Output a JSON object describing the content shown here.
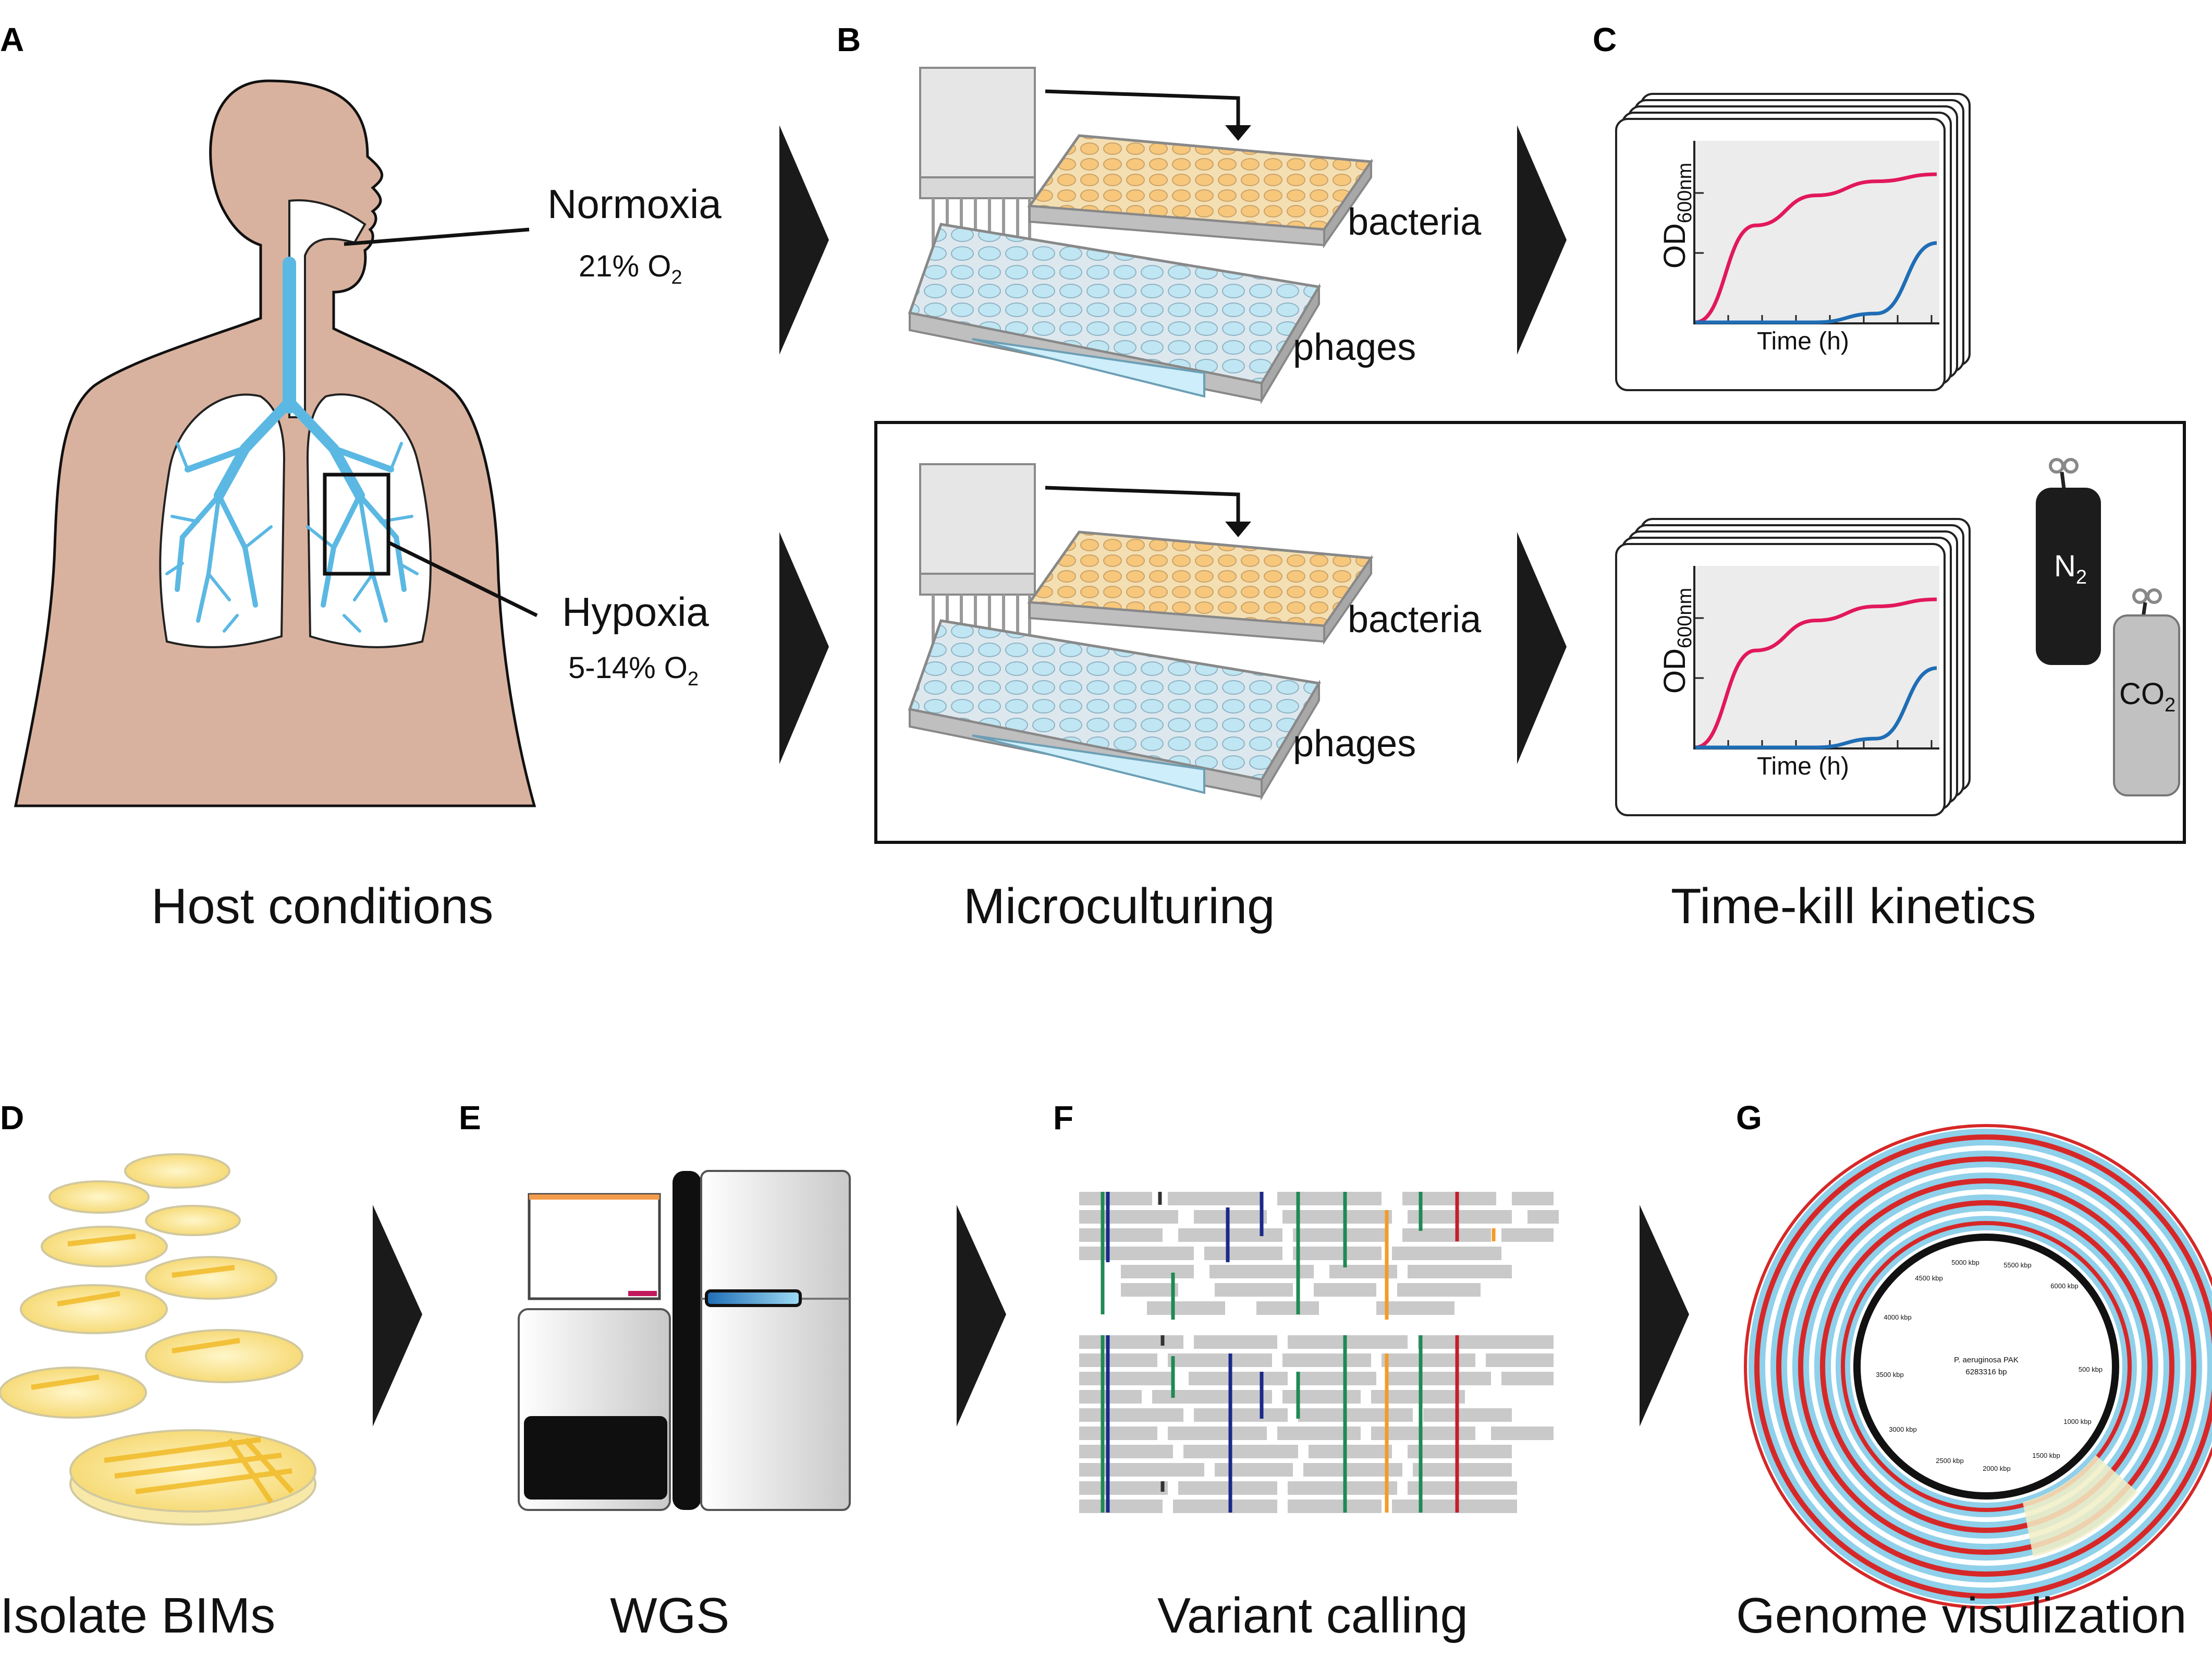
{
  "panels": {
    "A": "A",
    "B": "B",
    "C": "C",
    "D": "D",
    "E": "E",
    "F": "F",
    "G": "G"
  },
  "host": {
    "normoxia": "Normoxia",
    "normoxia_o2_prefix": "21% O",
    "hypoxia": "Hypoxia",
    "hypoxia_o2_prefix": "5-14% O",
    "o2_sub": "2"
  },
  "micro": {
    "bacteria": "bacteria",
    "phages": "phages"
  },
  "graph": {
    "od": "OD",
    "od_sub": "600nm",
    "time": "Time (h)"
  },
  "gas": {
    "n": "N",
    "co": "CO",
    "sub": "2"
  },
  "captions": {
    "host": "Host conditions",
    "micro": "Microculturing",
    "timekill": "Time-kill kinetics",
    "isolate": "Isolate BIMs",
    "wgs": "WGS",
    "variant": "Variant calling",
    "genome": "Genome visulization"
  },
  "genome": {
    "organism": "P. aeruginosa PAK",
    "length": "6283316 bp",
    "ticks": [
      "500 kbp",
      "1000 kbp",
      "1500 kbp",
      "2000 kbp",
      "2500 kbp",
      "3000 kbp",
      "3500 kbp",
      "4000 kbp",
      "4500 kbp",
      "5000 kbp",
      "5500 kbp",
      "6000 kbp"
    ]
  },
  "chart_data": [
    {
      "type": "line",
      "x": [
        0,
        2,
        4,
        6,
        8
      ],
      "series": [
        {
          "values": [
            0,
            0.55,
            0.72,
            0.8,
            0.84
          ]
        },
        {
          "values": [
            0,
            0,
            0,
            0.05,
            0.45
          ]
        }
      ],
      "xlabel": "Time (h)",
      "ylabel": "OD600nm"
    }
  ],
  "colors": {
    "skin": "#d9b29f",
    "airway": "#6cc4e8",
    "red": "#e2185c",
    "blue": "#1f6db5",
    "yellow": "#f2c843",
    "arrow": "#1a1a1a"
  }
}
